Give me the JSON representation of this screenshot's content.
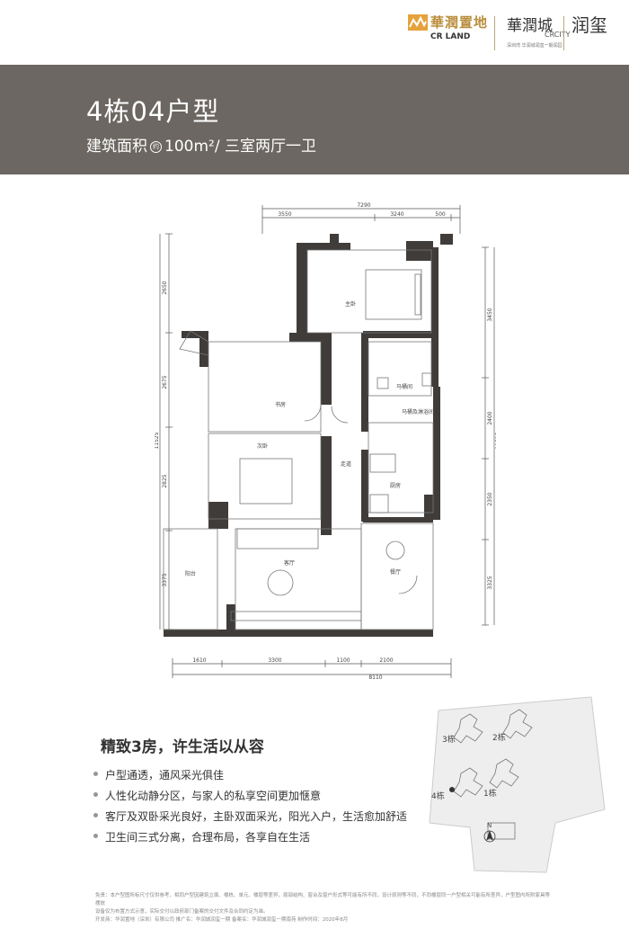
{
  "header": {
    "developer_cn": "華潤置地",
    "developer_en": "CR LAND",
    "project_cn": "華潤城",
    "project_en": "CRCITY",
    "project_sub": "深圳湾  华润城润玺一期润园",
    "series_name": "润玺"
  },
  "banner": {
    "unit_title": "4栋04户型",
    "subtitle_area": "建筑面积",
    "subtitle_approx": "约",
    "subtitle_value": "100m²/ 三室两厅一卫"
  },
  "plan": {
    "dims_top_total": "7290",
    "dims_top": [
      "3550",
      "3240",
      "500"
    ],
    "dims_left": [
      "2650",
      "2675",
      "2825",
      "3375"
    ],
    "dims_left_total": "11525",
    "dims_right": [
      "3450",
      "2400",
      "2350",
      "3325"
    ],
    "dims_right_total": "11525",
    "dims_bottom": [
      "1610",
      "3300",
      "1100",
      "2100"
    ],
    "dims_bottom_total": "8110",
    "rooms": {
      "master": "主卧",
      "toilet": "马桶间",
      "shower": "马桶及淋浴间",
      "study": "书房",
      "corridor": "走道",
      "second": "次卧",
      "kitchen": "厨房",
      "living": "客厅",
      "dining": "餐厅",
      "balcony": "阳台"
    }
  },
  "features": {
    "title": "精致3房，许生活以从容",
    "items": [
      "户型通透，通风采光俱佳",
      "人性化动静分区，与家人的私享空间更加惬意",
      "客厅及双卧采光良好，主卧双面采光，阳光入户，生活愈加舒适",
      "卫生间三式分离，合理布局，各享自在生活"
    ]
  },
  "siteplan": {
    "buildings": [
      "3栋",
      "2栋",
      "4栋",
      "1栋"
    ],
    "compass": "N"
  },
  "disclaimer": {
    "line1": "免责：本户型图所标尺寸仅供参考，相同户型因建筑立面、楼栋、单元、楼层等差异，局部结构、窗台及窗户形式等可能有所不同，设计原则等不同，不同楼层同一户型相关可能有所差异，户型图内所附家具等摆放",
    "line2": "设备仅为布置方式示意，实际交付以政府部门备案的交付文件及合同约定为准。",
    "line3": "开发商：华润置地（深圳）有限公司  推广名：华润城润玺一期  备案名：华润城润玺一期南苑  制作时间：2020年8月"
  },
  "colors": {
    "banner": "#6c6762",
    "wall": "#3f3c3a",
    "logo_gold": "#b98d3b"
  }
}
